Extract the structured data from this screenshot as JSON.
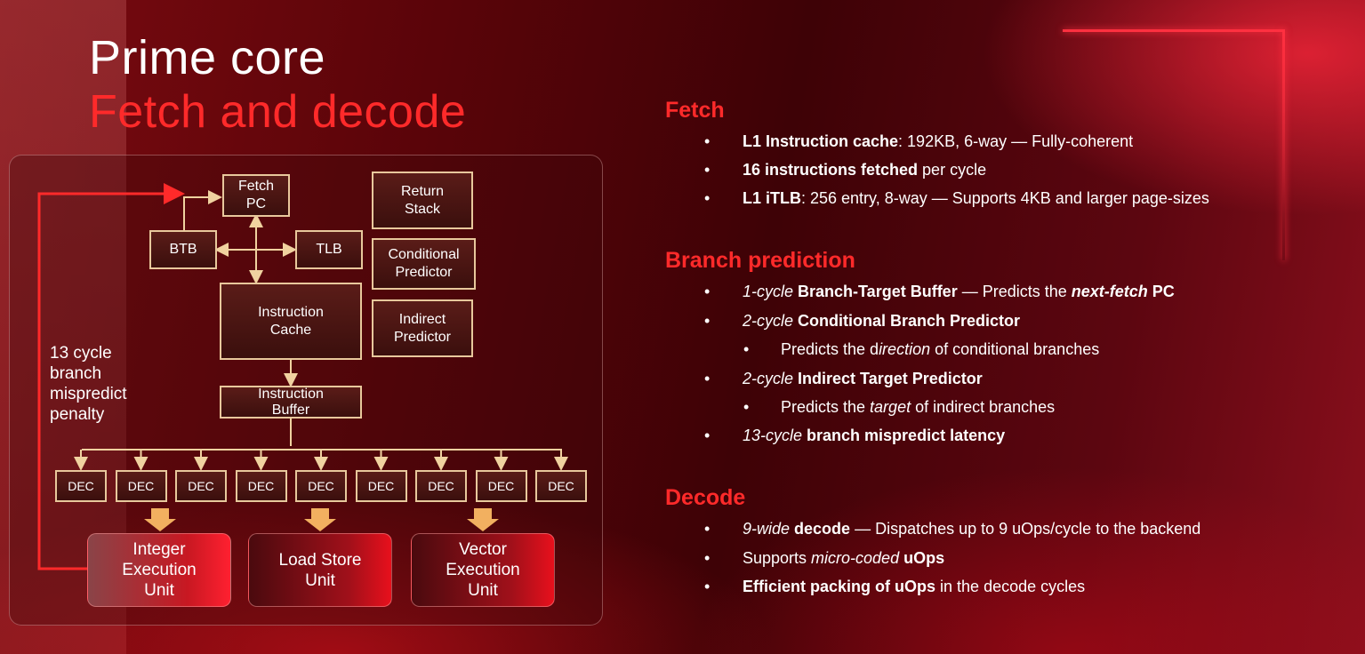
{
  "header": {
    "title": "Prime core",
    "subtitle": "Fetch and decode"
  },
  "diagram": {
    "fetch_pc": [
      "Fetch",
      "PC"
    ],
    "btb": "BTB",
    "tlb": "TLB",
    "return_stack": [
      "Return",
      "Stack"
    ],
    "conditional_predictor": [
      "Conditional",
      "Predictor"
    ],
    "indirect_predictor": [
      "Indirect",
      "Predictor"
    ],
    "instruction_cache": [
      "Instruction",
      "Cache"
    ],
    "instruction_buffer": [
      "Instruction",
      "Buffer"
    ],
    "decoders": [
      "DEC",
      "DEC",
      "DEC",
      "DEC",
      "DEC",
      "DEC",
      "DEC",
      "DEC",
      "DEC"
    ],
    "penalty": [
      "13 cycle",
      "branch",
      "mispredict",
      "penalty"
    ],
    "units": {
      "integer": [
        "Integer",
        "Execution",
        "Unit"
      ],
      "load_store": [
        "Load Store",
        "Unit"
      ],
      "vector": [
        "Vector",
        "Execution",
        "Unit"
      ]
    }
  },
  "sections": {
    "fetch": {
      "heading": "Fetch",
      "b1": {
        "bold": "L1 Instruction cache",
        "rest": ": 192KB, 6-way  — Fully-coherent"
      },
      "b2": {
        "bold": "16 instructions fetched",
        "rest": " per cycle"
      },
      "b3": {
        "bold": "L1 iTLB",
        "rest": ": 256 entry, 8-way — Supports 4KB and larger page-sizes"
      }
    },
    "branch": {
      "heading": "Branch prediction",
      "b1": {
        "it": "1-cycle",
        "bold": " Branch-Target Buffer",
        "rest": " — Predicts the ",
        "bi": "next-fetch",
        "bold2": " PC"
      },
      "b2": {
        "it": "2-cycle",
        "bold": " Conditional Branch Predictor"
      },
      "b2a": {
        "pre": "Predicts the d",
        "it": "irection",
        "rest": " of conditional branches"
      },
      "b3": {
        "it": "2-cycle",
        "bold": " Indirect Target Predictor"
      },
      "b3a": {
        "pre": "Predicts the ",
        "it": "target",
        "rest": " of indirect branches"
      },
      "b4": {
        "it": "13-cycle",
        "bold": " branch mispredict latency"
      }
    },
    "decode": {
      "heading": "Decode",
      "b1": {
        "it": "9-wide",
        "bold": " decode",
        "rest": " — Dispatches up to 9 uOps/cycle to the backend"
      },
      "b2": {
        "pre": "Supports ",
        "it": "micro-coded",
        "bold": " uOps"
      },
      "b3": {
        "bold": "Efficient packing of uOps",
        "rest": " in the decode cycles"
      }
    }
  },
  "bullet_char": "•",
  "colors": {
    "accent": "#ff2a2a",
    "box_border": "#e8c89c",
    "wire": "#f0d2a0",
    "feedback": "#ff2a2a"
  }
}
